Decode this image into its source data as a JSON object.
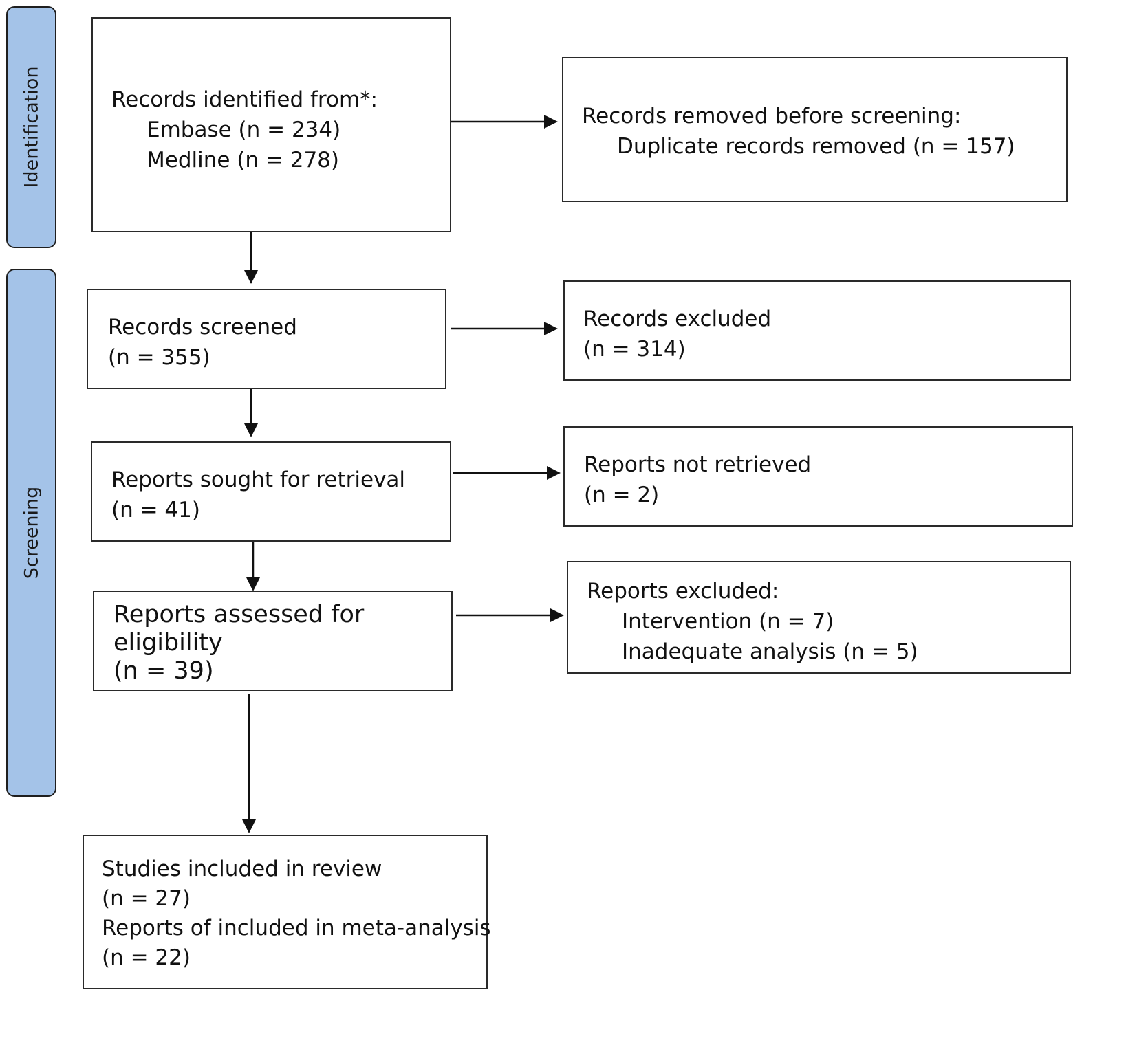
{
  "phases": {
    "identification": "Identification",
    "screening": "Screening"
  },
  "boxes": {
    "identified": {
      "heading": "Records identified from*:",
      "items": [
        "Embase (n = 234)",
        "Medline (n = 278)"
      ]
    },
    "removed": {
      "heading": "Records removed before screening:",
      "items": [
        "Duplicate records removed (n = 157)"
      ]
    },
    "screened": {
      "lines": [
        "Records screened",
        "(n = 355)"
      ]
    },
    "excluded": {
      "lines": [
        "Records excluded",
        "(n = 314)"
      ]
    },
    "sought": {
      "lines": [
        "Reports sought for retrieval",
        "(n = 41)"
      ]
    },
    "not_retrieved": {
      "lines": [
        "Reports not retrieved",
        "(n = 2)"
      ]
    },
    "assessed": {
      "lines": [
        "Reports assessed for",
        "eligibility",
        "(n = 39)"
      ]
    },
    "reports_excluded": {
      "heading": "Reports excluded:",
      "items": [
        "Intervention (n = 7)",
        "Inadequate analysis (n = 5)"
      ]
    },
    "included": {
      "lines": [
        "Studies included in review",
        "(n = 27)",
        "Reports of included in meta-analysis",
        "(n = 22)"
      ]
    }
  },
  "colors": {
    "phase_fill": "#a4c3e8",
    "border": "#2a2a2a",
    "arrow": "#111111"
  }
}
